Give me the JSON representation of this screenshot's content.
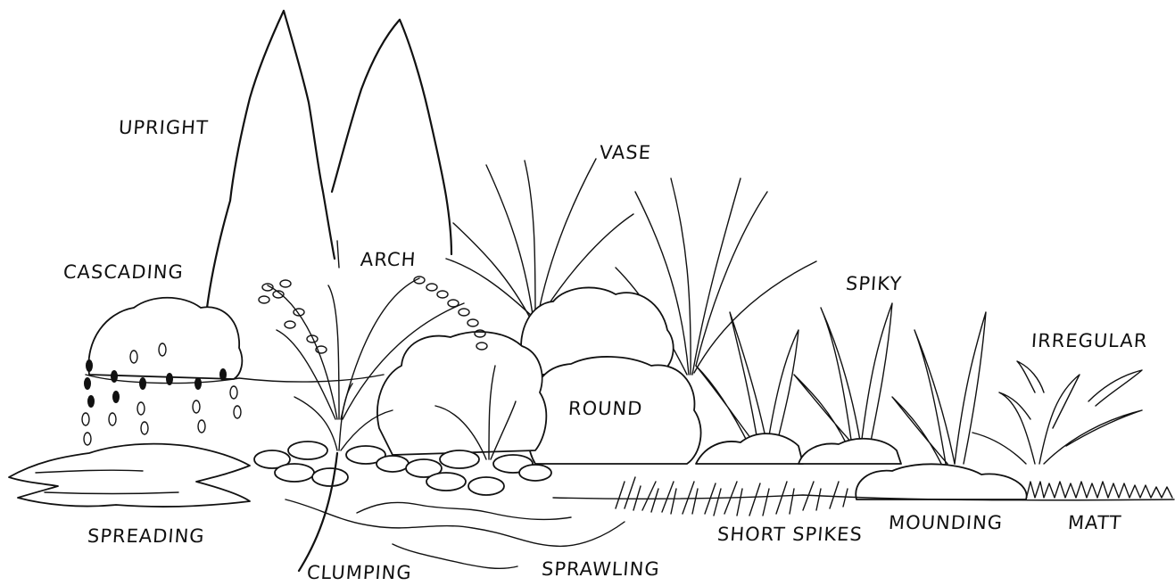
{
  "diagram": {
    "labels": {
      "upright": "UPRIGHT",
      "vase": "VASE",
      "arch": "ARCH",
      "cascading": "CASCADING",
      "spiky": "SPIKY",
      "irregular": "IRREGULAR",
      "round": "ROUND",
      "spreading": "SPREADING",
      "short_spikes": "SHORT SPIKES",
      "mounding": "MOUNDING",
      "matt": "MATT",
      "clumping": "CLUMPING",
      "sprawling": "SPRAWLING"
    }
  }
}
